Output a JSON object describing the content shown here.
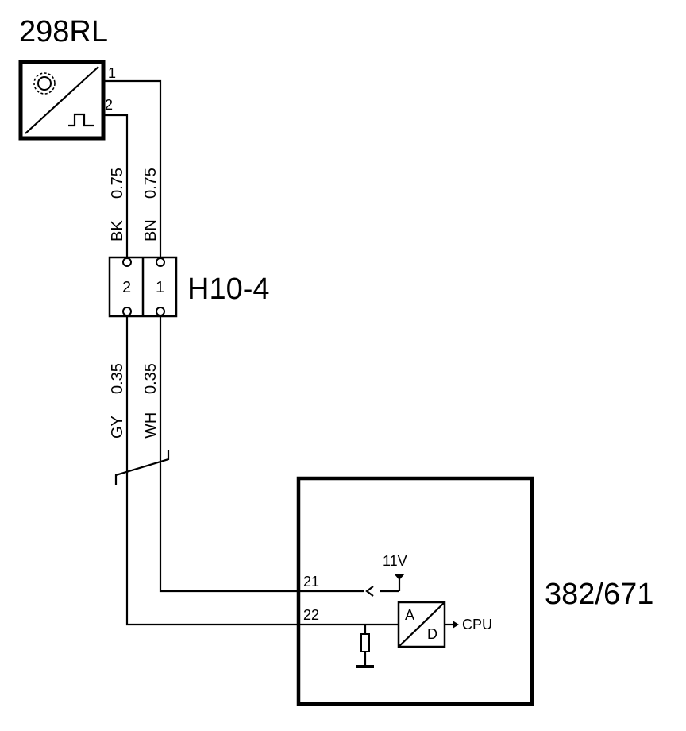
{
  "components": {
    "sensor": {
      "label": "298RL",
      "pins": [
        "1",
        "2"
      ]
    },
    "connector": {
      "label": "H10-4",
      "pins": [
        "2",
        "1"
      ]
    },
    "control_unit": {
      "label": "382/671",
      "pins": [
        "21",
        "22"
      ],
      "supply": "11V",
      "adc_a": "A",
      "adc_d": "D",
      "output": "CPU"
    }
  },
  "wires": {
    "upper_left": {
      "color": "BK",
      "size": "0.75"
    },
    "upper_right": {
      "color": "BN",
      "size": "0.75"
    },
    "lower_left": {
      "color": "GY",
      "size": "0.35"
    },
    "lower_right": {
      "color": "WH",
      "size": "0.35"
    }
  }
}
